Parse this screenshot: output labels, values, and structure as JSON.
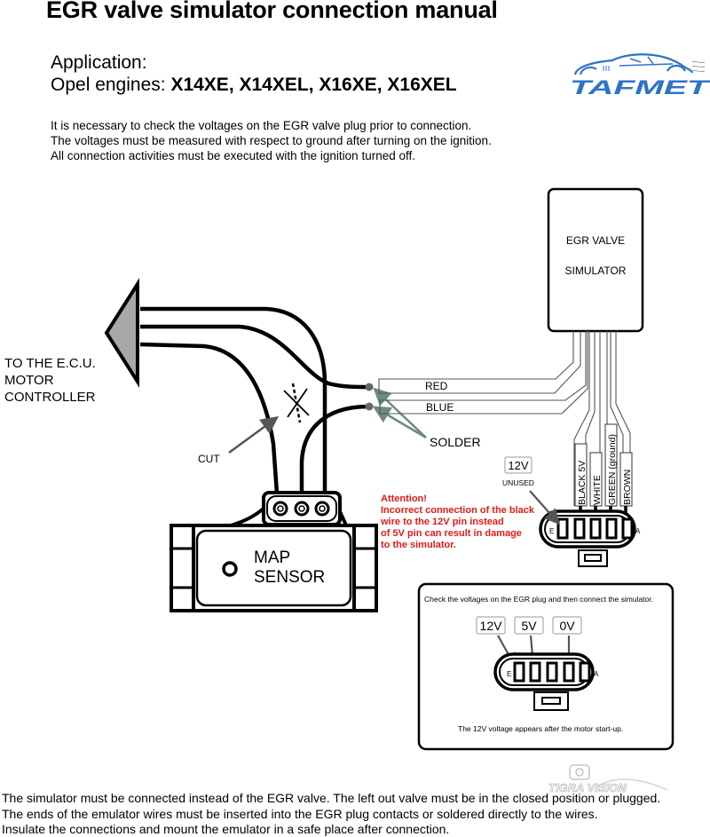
{
  "header": {
    "title": "EGR valve simulator connection manual",
    "application_label": "Application:",
    "engines_label": "Opel engines: ",
    "engines": "X14XE, X14XEL, X16XE, X16XEL",
    "brand": "TAFMET"
  },
  "intro": [
    "It is necessary to check the voltages on the EGR valve plug prior to connection.",
    "The voltages must be measured with respect to ground after turning on the ignition.",
    "All connection activities must be executed with the ignition turned off."
  ],
  "diagram": {
    "ecu_label": [
      "TO THE E.C.U.",
      "MOTOR",
      "CONTROLLER"
    ],
    "cut_label": "CUT",
    "solder_label": "SOLDER",
    "simulator_label": [
      "EGR VALVE",
      "SIMULATOR"
    ],
    "wires": {
      "red": "RED",
      "blue": "BLUE",
      "black": "BLACK 5V",
      "white": "WHITE",
      "green": "GREEN (ground)",
      "brown": "BROWN"
    },
    "unused_pin": {
      "voltage": "12V",
      "note": "UNUSED"
    },
    "connector_ends": {
      "left": "E",
      "right": "A"
    },
    "map_sensor_label": [
      "MAP",
      "SENSOR"
    ],
    "attention": [
      "Attention!",
      "Incorrect connection of the black",
      "wire to the 12V pin instead",
      "of 5V pin can result in damage",
      "to the simulator."
    ],
    "check_box": {
      "instruction": "Check the voltages on the EGR plug and then connect the simulator.",
      "voltages": [
        "12V",
        "5V",
        "0V"
      ],
      "note": "The 12V voltage appears after the motor start-up."
    },
    "colors": {
      "attention": "#e21a1a",
      "solder_arrow": "#6b8a86",
      "ecu_plug": "#a8a8a8",
      "brand_blue": "#2c74c9",
      "brand_gray": "#707070"
    }
  },
  "watermark": "TIGRA VISION",
  "footer": [
    "The simulator must be connected instead of the EGR valve. The left out valve must be in the closed position or plugged.",
    "The ends of the emulator wires must be inserted into the EGR plug contacts or soldered directly to the wires.",
    "Insulate the connections and mount the emulator in a safe place after connection."
  ]
}
